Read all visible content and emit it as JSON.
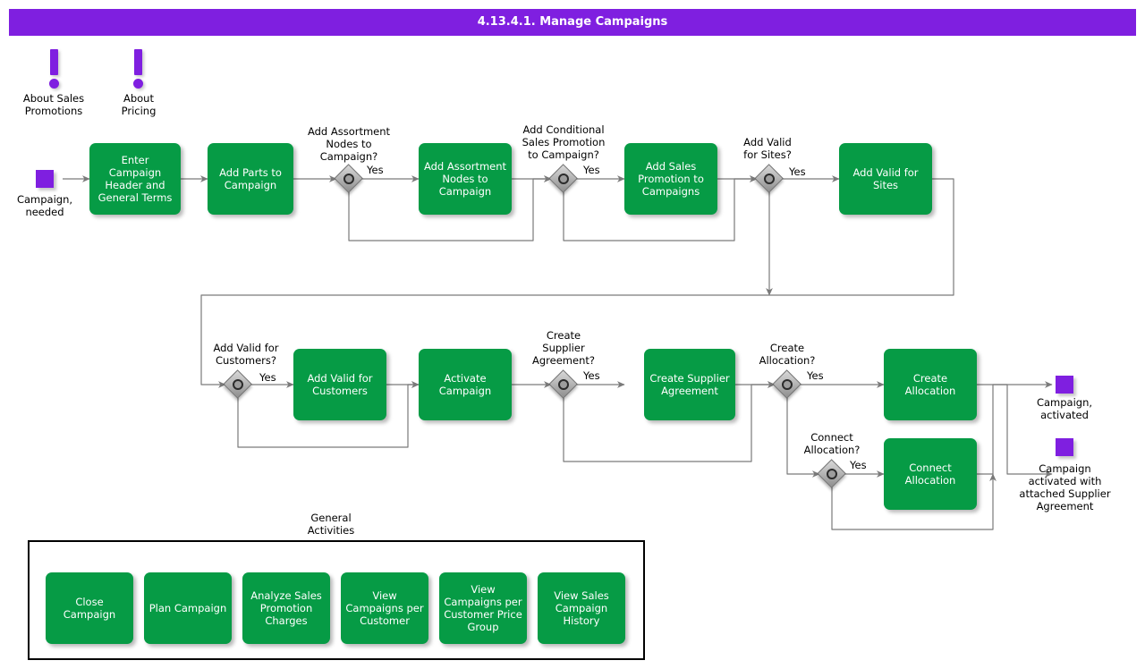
{
  "header": {
    "title": "4.13.4.1. Manage Campaigns",
    "bar_color": "#7F1FE0",
    "text_color": "#FFFFFF"
  },
  "palette": {
    "activity_green": "#069B45",
    "event_purple": "#7F1FE0",
    "gateway_gray": "#B8B8B8",
    "connector_gray": "#777777",
    "text_black": "#000000"
  },
  "info_markers": [
    {
      "name": "about-sales-promotions",
      "label": "About Sales\nPromotions"
    },
    {
      "name": "about-pricing",
      "label": "About\nPricing"
    }
  ],
  "events": [
    {
      "name": "start-campaign-needed",
      "label": "Campaign,\nneeded"
    },
    {
      "name": "end-campaign-activated",
      "label": "Campaign,\nactivated"
    },
    {
      "name": "end-campaign-activated-supplier-agreement",
      "label": "Campaign\nactivated with\nattached Supplier\nAgreement"
    }
  ],
  "activities": [
    {
      "name": "enter-campaign-header-and-general-terms",
      "label": "Enter Campaign\nHeader and\nGeneral Terms"
    },
    {
      "name": "add-parts-to-campaign",
      "label": "Add Parts to\nCampaign"
    },
    {
      "name": "add-assortment-nodes-to-campaign",
      "label": "Add Assortment\nNodes to\nCampaign"
    },
    {
      "name": "add-sales-promotion-to-campaigns",
      "label": "Add Sales\nPromotion to\nCampaigns"
    },
    {
      "name": "add-valid-for-sites",
      "label": "Add Valid for\nSites"
    },
    {
      "name": "add-valid-for-customers",
      "label": "Add Valid for\nCustomers"
    },
    {
      "name": "activate-campaign",
      "label": "Activate\nCampaign"
    },
    {
      "name": "create-supplier-agreement",
      "label": "Create Supplier\nAgreement"
    },
    {
      "name": "create-allocation",
      "label": "Create\nAllocation"
    },
    {
      "name": "connect-allocation",
      "label": "Connect\nAllocation"
    }
  ],
  "gateways": [
    {
      "name": "add-assortment-nodes-to-campaign-decision",
      "question": "Add Assortment\nNodes to\nCampaign?",
      "yes": "Yes"
    },
    {
      "name": "add-conditional-sales-promotion-to-campaign-decision",
      "question": "Add Conditional\nSales Promotion\nto Campaign?",
      "yes": "Yes"
    },
    {
      "name": "add-valid-for-sites-decision",
      "question": "Add Valid\nfor Sites?",
      "yes": "Yes"
    },
    {
      "name": "add-valid-for-customers-decision",
      "question": "Add Valid for\nCustomers?",
      "yes": "Yes"
    },
    {
      "name": "create-supplier-agreement-decision",
      "question": "Create\nSupplier\nAgreement?",
      "yes": "Yes"
    },
    {
      "name": "create-allocation-decision",
      "question": "Create\nAllocation?",
      "yes": "Yes"
    },
    {
      "name": "connect-allocation-decision",
      "question": "Connect\nAllocation?",
      "yes": "Yes"
    }
  ],
  "general_activities": {
    "title": "General\nActivities",
    "items": [
      {
        "name": "close-campaign",
        "label": "Close Campaign"
      },
      {
        "name": "plan-campaign",
        "label": "Plan Campaign"
      },
      {
        "name": "analyze-sales-promotion-charges",
        "label": "Analyze Sales\nPromotion\nCharges"
      },
      {
        "name": "view-campaigns-per-customer",
        "label": "View Campaigns\nper Customer"
      },
      {
        "name": "view-campaigns-per-customer-price-group",
        "label": "View Campaigns\nper Customer\nPrice Group"
      },
      {
        "name": "view-sales-campaign-history",
        "label": "View Sales\nCampaign\nHistory"
      }
    ]
  }
}
